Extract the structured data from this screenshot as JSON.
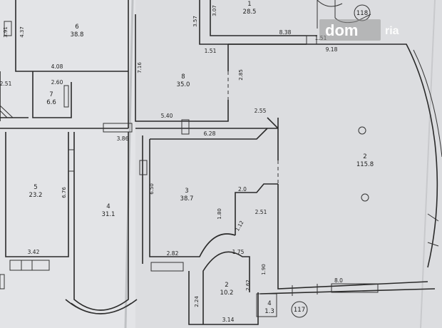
{
  "watermark": {
    "brand": "dom",
    "suffix": "ria"
  },
  "rooms": [
    {
      "number": "1",
      "area": "28.5"
    },
    {
      "number": "2",
      "area": "115.8"
    },
    {
      "number": "3",
      "area": "38.7"
    },
    {
      "number": "4",
      "area": "31.1"
    },
    {
      "number": "5",
      "area": "23.2"
    },
    {
      "number": "6",
      "area": "38.8"
    },
    {
      "number": "7",
      "area": "6.6"
    },
    {
      "number": "8",
      "area": "35.0"
    },
    {
      "number": "2",
      "area": "10.2"
    },
    {
      "number": "4",
      "area": "1.3"
    }
  ],
  "building_numbers": {
    "top": "118",
    "bottom": "117"
  },
  "dimensions": {
    "d_8_38": "8.38",
    "d_9_18": "9.18",
    "d_3_57": "3.57",
    "d_3_07": "3.07",
    "d_1_51": "1.51",
    "d_2_85": "2.85",
    "d_2_55": "2.55",
    "d_4_37": "4.37",
    "d_4_08": "4.08",
    "d_2_60": "2.60",
    "d_2_51": "2.51",
    "d_5_40": "5.40",
    "d_6_28": "6.28",
    "d_3_86": "3.86",
    "d_7_16": "7.16",
    "d_6_76": "6.76",
    "d_3_42": "3.42",
    "d_2_0": "2.0",
    "d_1_80": "1.80",
    "d_1_12": "1.12",
    "d_2_51b": "2.51",
    "d_1_75": "1.75",
    "d_2_62": "2.62",
    "d_1_90": "1.90",
    "d_8_0": "8.0",
    "d_2_82": "2.82",
    "d_2_24": "2.24",
    "d_3_14": "3.14",
    "d_6_50": "6.50",
    "d_1_51b": "1.51",
    "d_3_91": "3.91"
  }
}
